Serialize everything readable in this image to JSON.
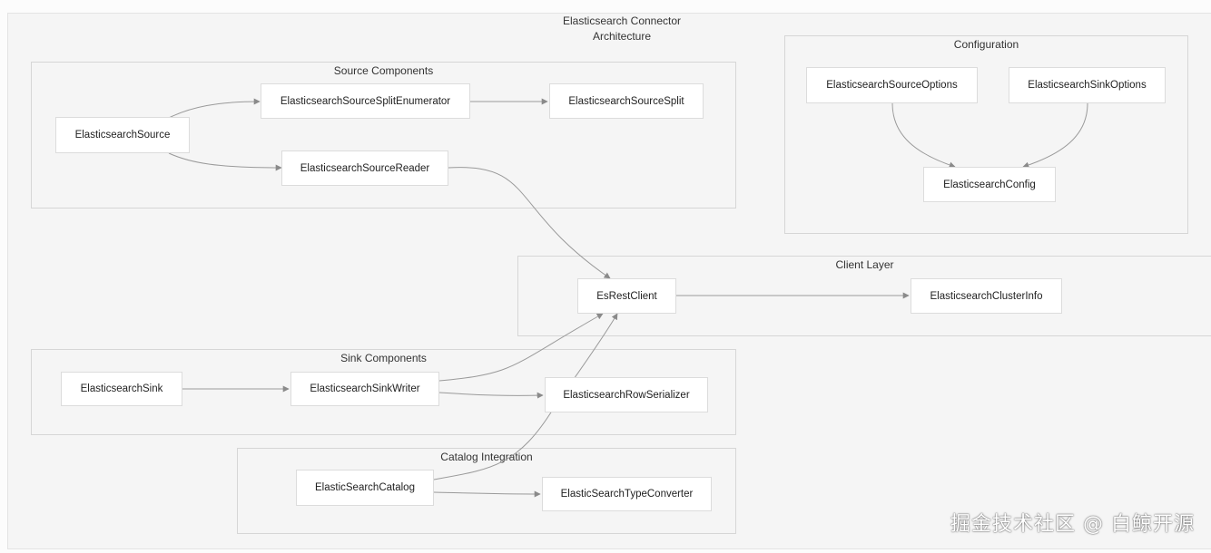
{
  "diagram": {
    "title": "Elasticsearch Connector Architecture",
    "groups": {
      "source": "Source Components",
      "configuration": "Configuration",
      "client": "Client Layer",
      "sink": "Sink Components",
      "catalog": "Catalog Integration"
    },
    "nodes": {
      "es_source": "ElasticsearchSource",
      "split_enum": "ElasticsearchSourceSplitEnumerator",
      "source_split": "ElasticsearchSourceSplit",
      "source_reader": "ElasticsearchSourceReader",
      "source_options": "ElasticsearchSourceOptions",
      "sink_options": "ElasticsearchSinkOptions",
      "es_config": "ElasticsearchConfig",
      "rest_client": "EsRestClient",
      "cluster_info": "ElasticsearchClusterInfo",
      "es_sink": "ElasticsearchSink",
      "sink_writer": "ElasticsearchSinkWriter",
      "row_serializer": "ElasticsearchRowSerializer",
      "es_catalog": "ElasticSearchCatalog",
      "type_converter": "ElasticSearchTypeConverter"
    },
    "edges": [
      [
        "es_source",
        "split_enum"
      ],
      [
        "es_source",
        "source_reader"
      ],
      [
        "split_enum",
        "source_split"
      ],
      [
        "source_reader",
        "rest_client"
      ],
      [
        "source_options",
        "es_config"
      ],
      [
        "sink_options",
        "es_config"
      ],
      [
        "rest_client",
        "cluster_info"
      ],
      [
        "es_sink",
        "sink_writer"
      ],
      [
        "sink_writer",
        "rest_client"
      ],
      [
        "sink_writer",
        "row_serializer"
      ],
      [
        "es_catalog",
        "rest_client"
      ],
      [
        "es_catalog",
        "type_converter"
      ]
    ],
    "watermark": "掘金技术社区 @ 白鲸开源"
  }
}
